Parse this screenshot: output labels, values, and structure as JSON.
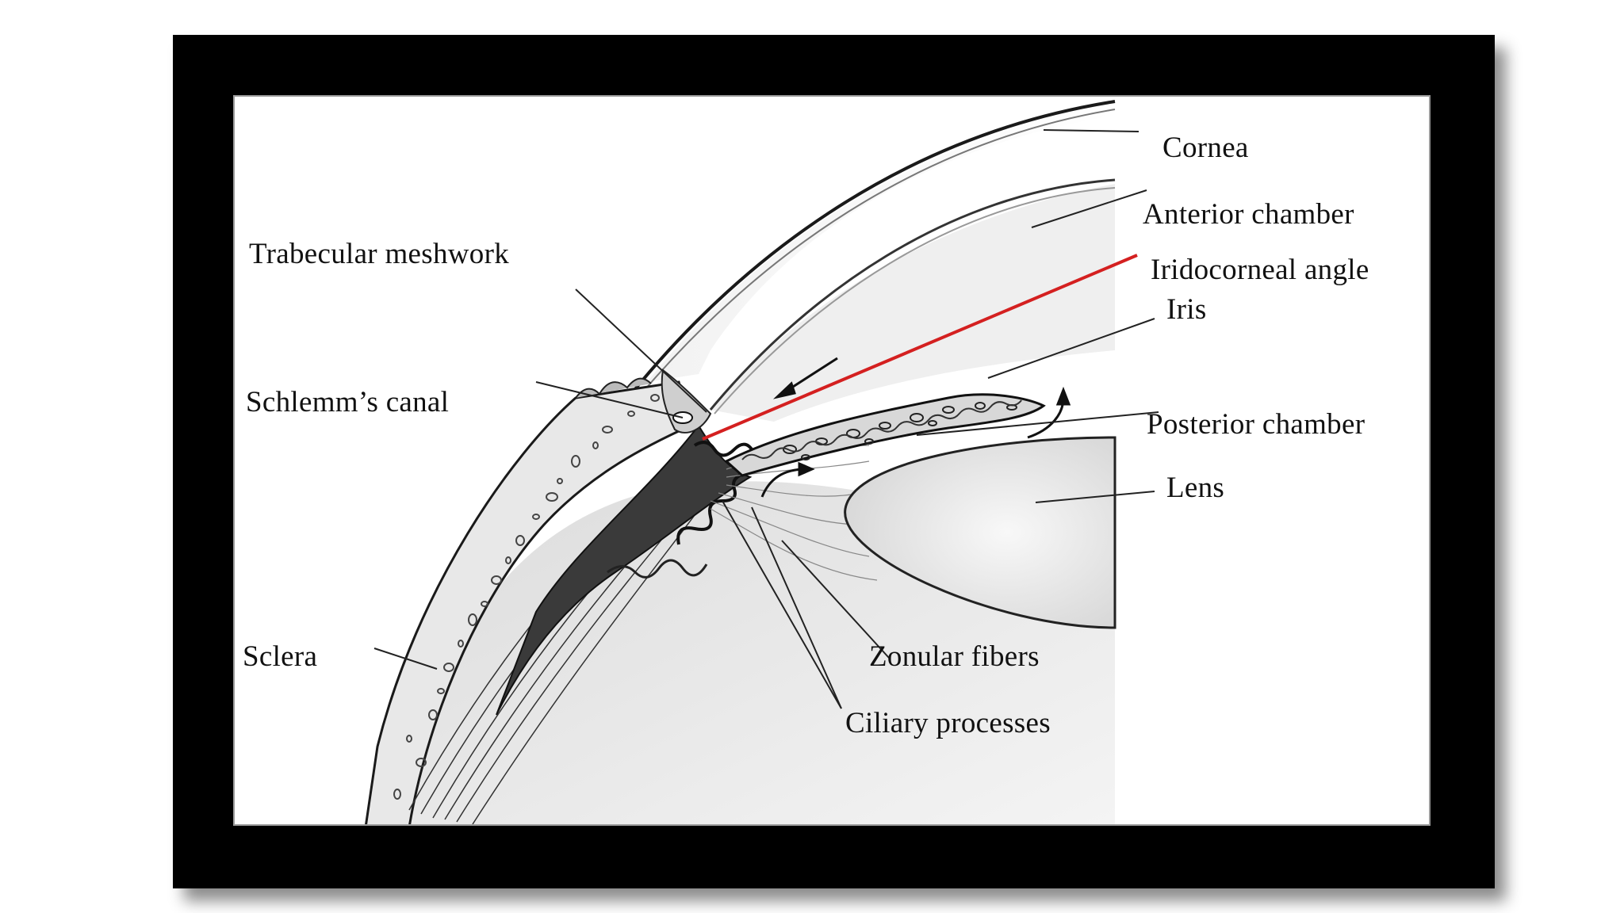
{
  "diagram": {
    "labels": {
      "cornea": "Cornea",
      "anterior_chamber": "Anterior chamber",
      "iridocorneal_angle": "Iridocorneal angle",
      "iris": "Iris",
      "trabecular_meshwork": "Trabecular meshwork",
      "schlemms_canal": "Schlemm’s canal",
      "posterior_chamber": "Posterior chamber",
      "lens": "Lens",
      "sclera": "Sclera",
      "zonular_fibers": "Zonular fibers",
      "ciliary_processes": "Ciliary processes"
    },
    "colors": {
      "frame": "#000000",
      "panel_background": "#ffffff",
      "highlight_line": "#d42020",
      "tissue_fill": "#e6e6e6",
      "outline": "#1a1a1a"
    }
  }
}
